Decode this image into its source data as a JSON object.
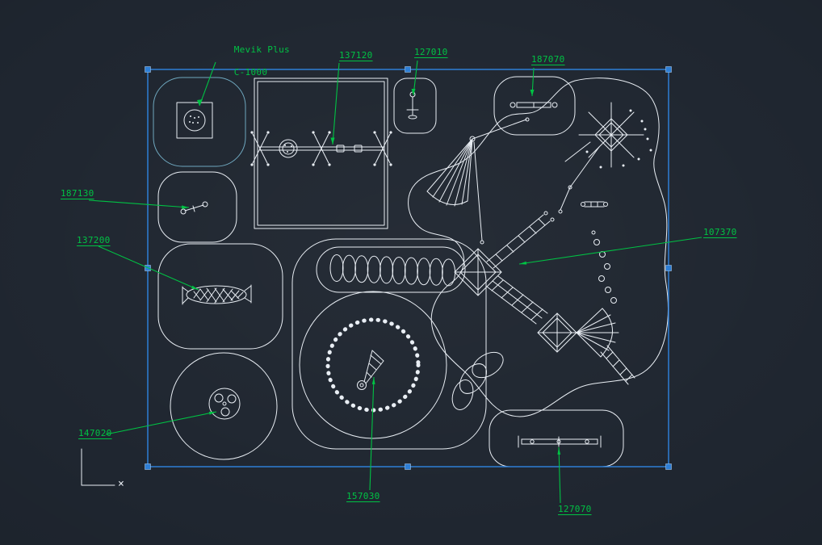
{
  "colors": {
    "background": "#1f2630",
    "linework": "#e9eef4",
    "annotation": "#00c244",
    "selection": "#2e7fd6",
    "accent": "#6fa8bf"
  },
  "annotations": {
    "mevik": {
      "line1": "Mevik Plus",
      "line2": "C-1000"
    },
    "n137120": {
      "text": "137120"
    },
    "n127010": {
      "text": "127010"
    },
    "n187070": {
      "text": "187070"
    },
    "n187130": {
      "text": "187130"
    },
    "n137200": {
      "text": "137200"
    },
    "n107370": {
      "text": "107370"
    },
    "n147020": {
      "text": "147020"
    },
    "n157030": {
      "text": "157030"
    },
    "n127070": {
      "text": "127070"
    }
  },
  "ucs": {
    "marker": "×"
  }
}
